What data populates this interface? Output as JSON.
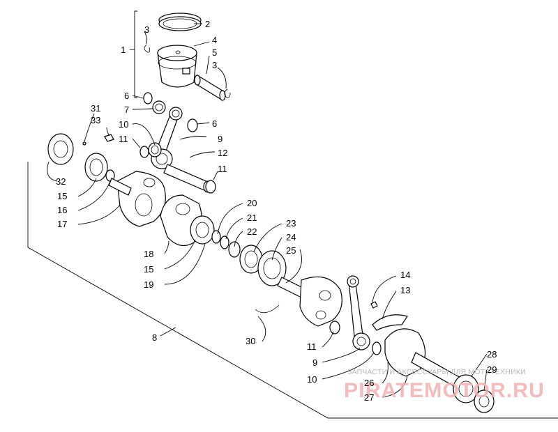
{
  "callouts": [
    {
      "id": "1",
      "text": "1"
    },
    {
      "id": "2",
      "text": "2"
    },
    {
      "id": "3a",
      "text": "3"
    },
    {
      "id": "4",
      "text": "4"
    },
    {
      "id": "5",
      "text": "5"
    },
    {
      "id": "3b",
      "text": "3"
    },
    {
      "id": "6a",
      "text": "6"
    },
    {
      "id": "7",
      "text": "7"
    },
    {
      "id": "6b",
      "text": "6"
    },
    {
      "id": "10a",
      "text": "10"
    },
    {
      "id": "9a",
      "text": "9"
    },
    {
      "id": "11a",
      "text": "11"
    },
    {
      "id": "12",
      "text": "12"
    },
    {
      "id": "11b",
      "text": "11"
    },
    {
      "id": "31",
      "text": "31"
    },
    {
      "id": "33",
      "text": "33"
    },
    {
      "id": "32",
      "text": "32"
    },
    {
      "id": "15a",
      "text": "15"
    },
    {
      "id": "16",
      "text": "16"
    },
    {
      "id": "17",
      "text": "17"
    },
    {
      "id": "20",
      "text": "20"
    },
    {
      "id": "21",
      "text": "21"
    },
    {
      "id": "22",
      "text": "22"
    },
    {
      "id": "23",
      "text": "23"
    },
    {
      "id": "24",
      "text": "24"
    },
    {
      "id": "25",
      "text": "25"
    },
    {
      "id": "18",
      "text": "18"
    },
    {
      "id": "15b",
      "text": "15"
    },
    {
      "id": "19",
      "text": "19"
    },
    {
      "id": "14",
      "text": "14"
    },
    {
      "id": "13",
      "text": "13"
    },
    {
      "id": "8",
      "text": "8"
    },
    {
      "id": "30",
      "text": "30"
    },
    {
      "id": "11c",
      "text": "11"
    },
    {
      "id": "9b",
      "text": "9"
    },
    {
      "id": "10b",
      "text": "10"
    },
    {
      "id": "28",
      "text": "28"
    },
    {
      "id": "29",
      "text": "29"
    },
    {
      "id": "26",
      "text": "26"
    },
    {
      "id": "27",
      "text": "27"
    }
  ],
  "watermark": {
    "caption": "ЗАПЧАСТИ И АКСЕССУАРЫ ДЛЯ МОТОТЕХНИКИ",
    "brand": "PIRATEMOTOR.RU"
  }
}
